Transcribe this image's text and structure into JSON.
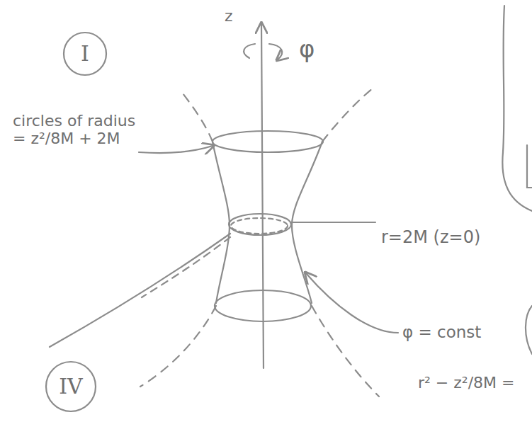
{
  "diagram": {
    "nodes": [
      {
        "text": [
          "I"
        ]
      },
      {
        "text": [
          "IV"
        ]
      }
    ],
    "labels": [
      "z",
      "φ",
      "circles of radius = z²/8M + 2M",
      "r=2M (z=0)",
      "φ = const",
      "r² − z²/8M ="
    ]
  }
}
